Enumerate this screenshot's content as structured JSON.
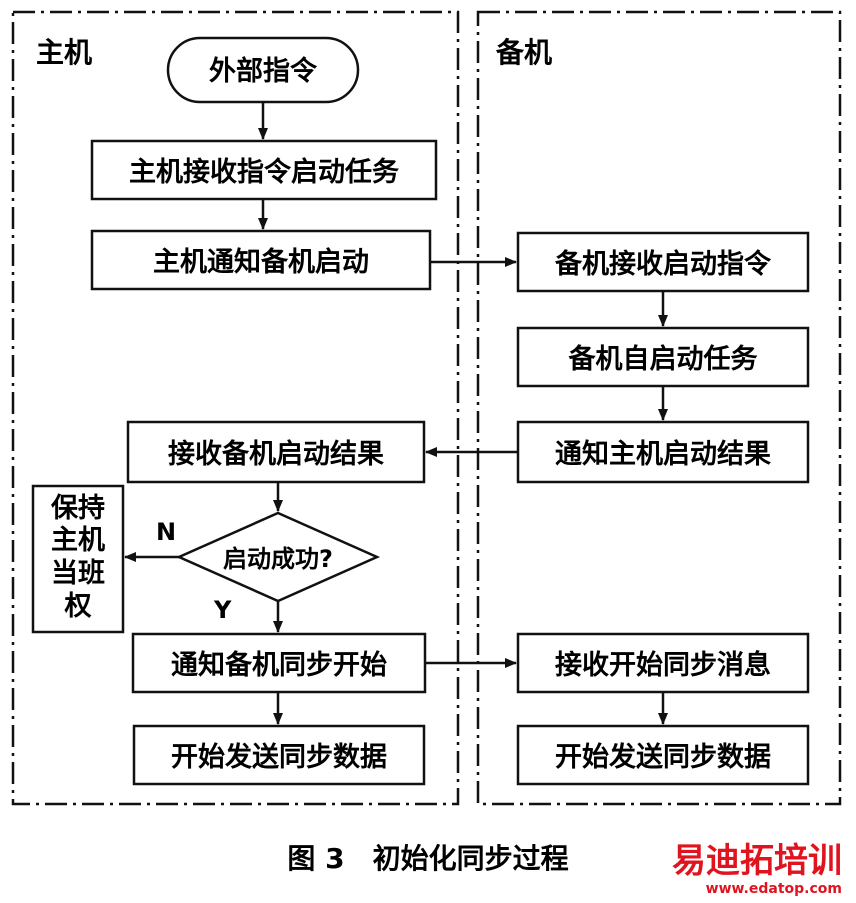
{
  "lanes": {
    "host": "主机",
    "backup": "备机"
  },
  "nodes": {
    "external_command": "外部指令",
    "host_receive_start": "主机接收指令启动任务",
    "host_notify_backup": "主机通知备机启动",
    "backup_receive_cmd": "备机接收启动指令",
    "backup_self_start": "备机自启动任务",
    "backup_notify_result": "通知主机启动结果",
    "host_receive_result": "接收备机启动结果",
    "decision": "启动成功?",
    "keep_duty": [
      "保持",
      "主机",
      "当班",
      "权"
    ],
    "host_notify_sync": "通知备机同步开始",
    "backup_receive_sync": "接收开始同步消息",
    "host_send_data": "开始发送同步数据",
    "backup_send_data": "开始发送同步数据"
  },
  "branch_labels": {
    "no": "N",
    "yes": "Y"
  },
  "caption": "图 3　初始化同步过程",
  "watermark": {
    "cn": "易迪拓培训",
    "url": "www.edatop.com",
    "color": "#e0141e"
  }
}
